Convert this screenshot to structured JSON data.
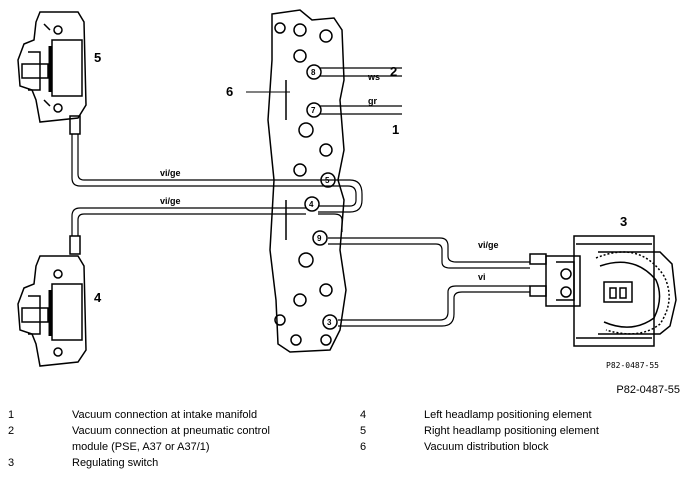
{
  "diagram": {
    "callouts": [
      "5",
      "6",
      "2",
      "1",
      "3",
      "4"
    ],
    "wire_labels": [
      "ws",
      "gr",
      "vi/ge",
      "vi/ge",
      "vi/ge",
      "vi"
    ],
    "port_numbers": [
      "8",
      "7",
      "5",
      "4",
      "9",
      "3"
    ],
    "image_code": "P82-0487-55"
  },
  "ref_code": "P82-0487-55",
  "legend": [
    {
      "num": "1",
      "text": "Vacuum connection at intake manifold"
    },
    {
      "num": "2",
      "text": "Vacuum connection at pneumatic control"
    },
    {
      "num": "",
      "text": "module (PSE, A37 or A37/1)"
    },
    {
      "num": "3",
      "text": "Regulating switch"
    },
    {
      "num": "4",
      "text": "Left headlamp positioning element"
    },
    {
      "num": "5",
      "text": "Right headlamp positioning element"
    },
    {
      "num": "6",
      "text": "Vacuum distribution block"
    }
  ]
}
